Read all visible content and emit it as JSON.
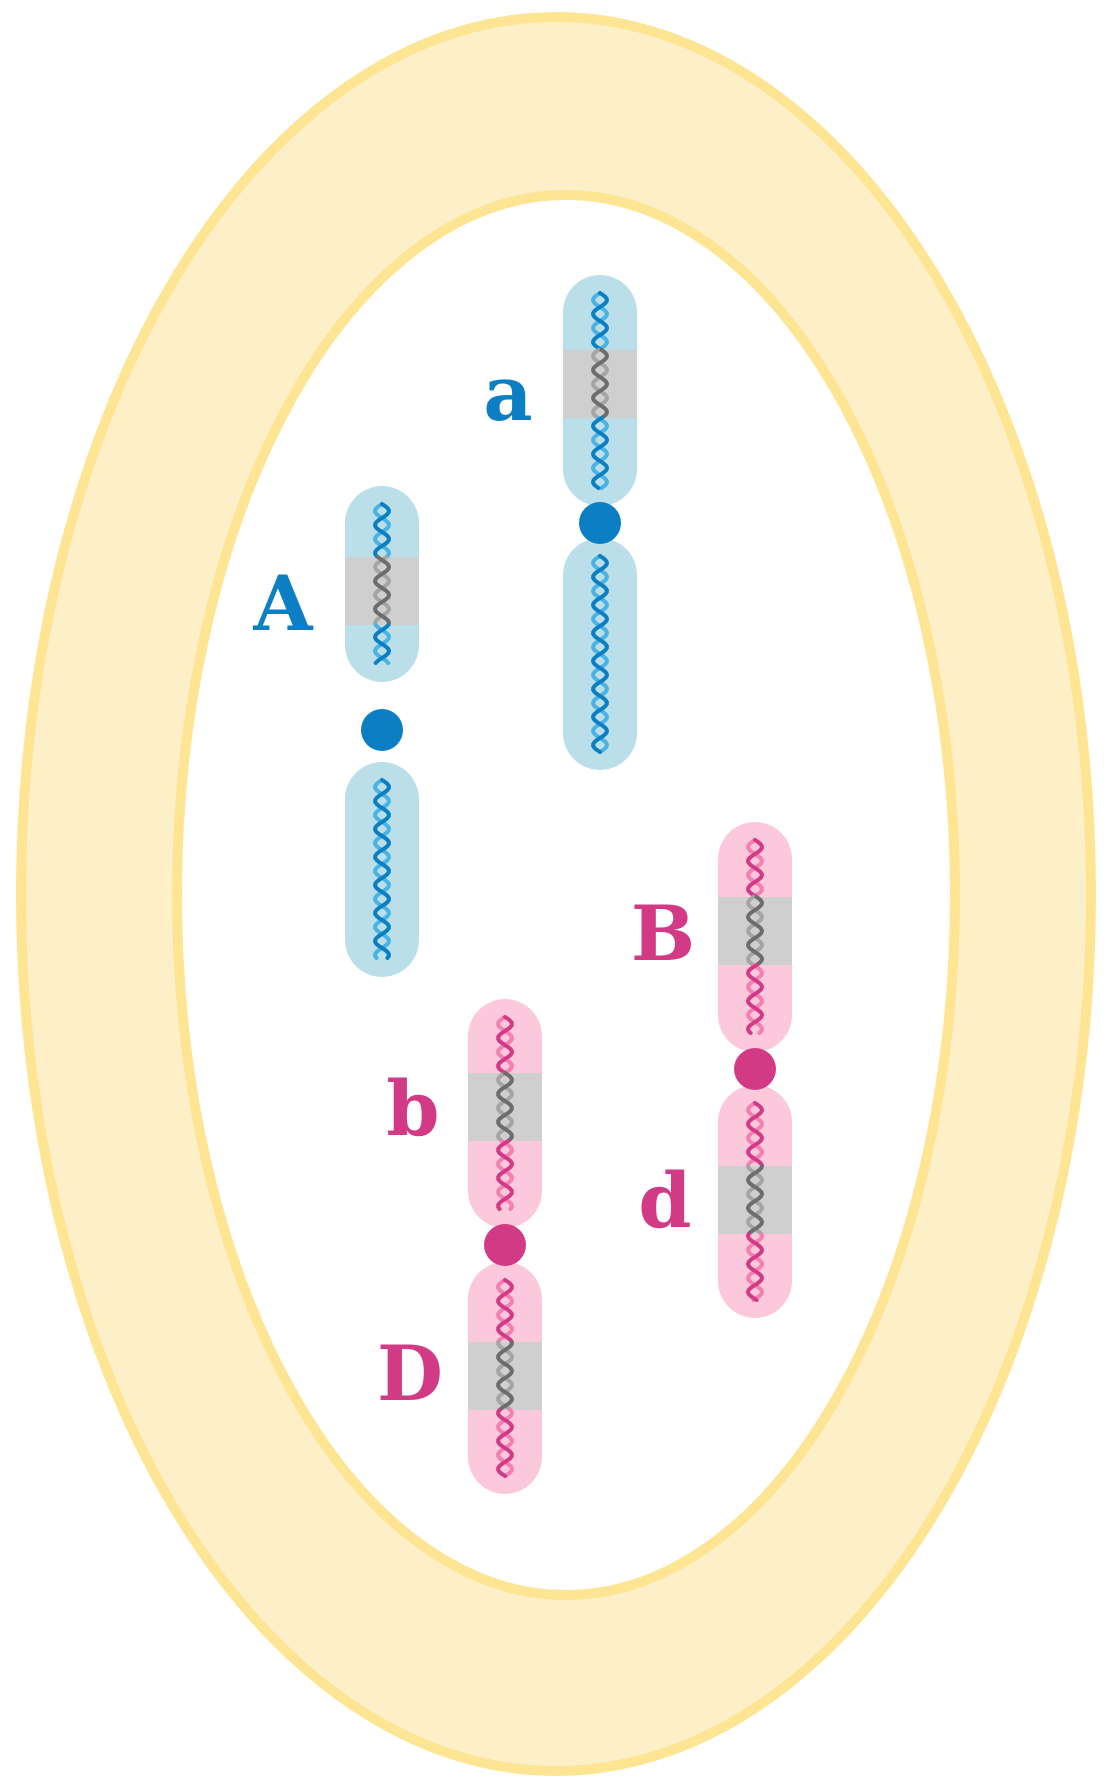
{
  "colors": {
    "cell_fill": "#fdf0c9",
    "cell_outline": "#fde594",
    "nucleus_fill": "#ffffff",
    "blue_body": "#badfe9",
    "blue_strand_dark": "#0b7ec4",
    "blue_strand_light": "#4ab3e3",
    "pink_body": "#fcc8dc",
    "pink_strand_dark": "#d33a86",
    "pink_strand_light": "#f47fb0",
    "gene_band": "#cfcfcf",
    "gene_strand_dark": "#6d6d6d",
    "gene_strand_light": "#a5a5a5",
    "blue_label": "#0b7ec4",
    "pink_label": "#d33a86"
  },
  "chromosomes": [
    {
      "id": "chrom-a-lower",
      "color": "blue",
      "alleles": [
        {
          "label": "A"
        }
      ]
    },
    {
      "id": "chrom-a-upper",
      "color": "blue",
      "alleles": [
        {
          "label": "a"
        }
      ]
    },
    {
      "id": "chrom-bd-left",
      "color": "pink",
      "alleles": [
        {
          "label": "b"
        },
        {
          "label": "D"
        }
      ]
    },
    {
      "id": "chrom-bd-right",
      "color": "pink",
      "alleles": [
        {
          "label": "B"
        },
        {
          "label": "d"
        }
      ]
    }
  ]
}
